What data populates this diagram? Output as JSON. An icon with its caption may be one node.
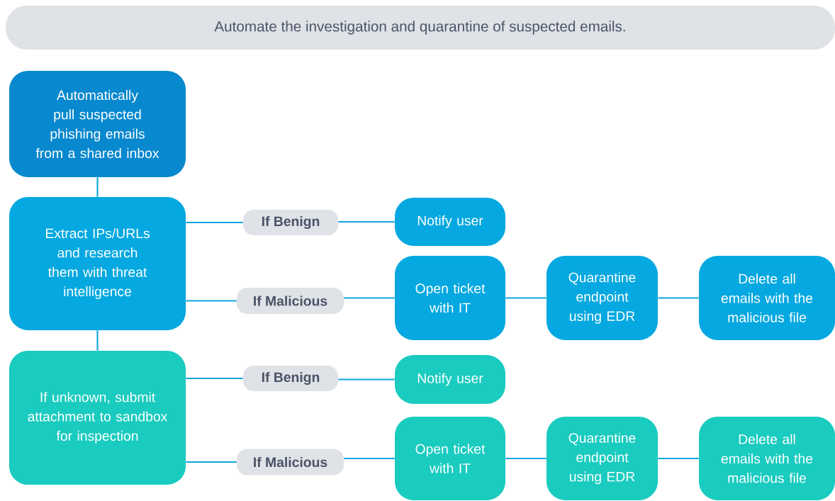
{
  "diagram": {
    "title": "Automate the investigation and quarantine of suspected emails.",
    "nodes": [
      {
        "text": [
          "Automatically pull suspected phishing emails from a shared inbox"
        ]
      },
      {
        "text": [
          "Extract IPs/URLs and research them with threat intelligence"
        ]
      },
      {
        "text": [
          "If Benign"
        ]
      },
      {
        "text": [
          "Notify user"
        ]
      },
      {
        "text": [
          "If Malicious"
        ]
      },
      {
        "text": [
          "Open ticket with IT"
        ]
      },
      {
        "text": [
          "Quarantine endpoint using EDR"
        ]
      },
      {
        "text": [
          "Delete all emails with the malicious file"
        ]
      },
      {
        "text": [
          "If unknown, submit attachment to sandbox for inspection"
        ]
      },
      {
        "text": [
          "If Benign"
        ]
      },
      {
        "text": [
          "Notify user"
        ]
      },
      {
        "text": [
          "If Malicious"
        ]
      },
      {
        "text": [
          "Open ticket with IT"
        ]
      },
      {
        "text": [
          "Quarantine endpoint using EDR"
        ]
      },
      {
        "text": [
          "Delete all emails with the malicious file"
        ]
      }
    ],
    "edges": [
      {
        "from": 0,
        "to": 1,
        "arrow": "none"
      },
      {
        "from": 1,
        "to": 2,
        "arrow": "none"
      },
      {
        "from": 2,
        "to": 3,
        "arrow": "none"
      },
      {
        "from": 1,
        "to": 4,
        "arrow": "none"
      },
      {
        "from": 4,
        "to": 5,
        "arrow": "none"
      },
      {
        "from": 5,
        "to": 6,
        "arrow": "none"
      },
      {
        "from": 6,
        "to": 7,
        "arrow": "none"
      },
      {
        "from": 1,
        "to": 8,
        "arrow": "none"
      },
      {
        "from": 8,
        "to": 9,
        "arrow": "none"
      },
      {
        "from": 9,
        "to": 10,
        "arrow": "none"
      },
      {
        "from": 8,
        "to": 11,
        "arrow": "none"
      },
      {
        "from": 11,
        "to": 12,
        "arrow": "none"
      },
      {
        "from": 12,
        "to": 13,
        "arrow": "none"
      },
      {
        "from": 13,
        "to": 14,
        "arrow": "none"
      }
    ]
  }
}
